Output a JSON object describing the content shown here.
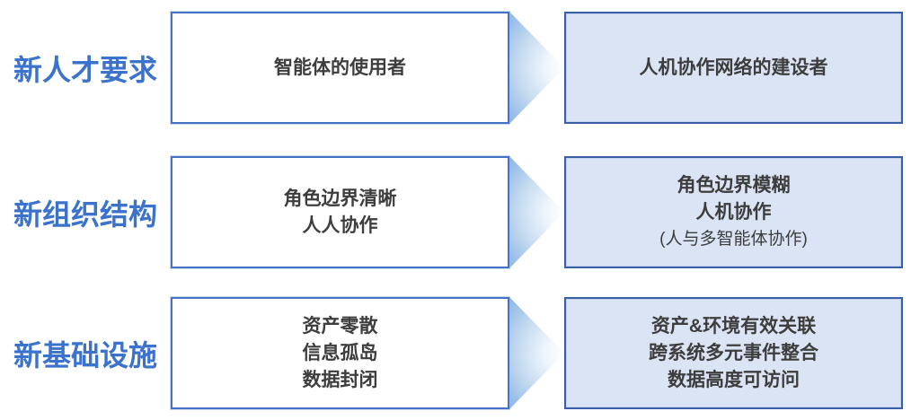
{
  "colors": {
    "label_blue": "#3a72cc",
    "before_box_border": "#4472c4",
    "before_box_fill": "#ffffff",
    "after_box_border": "#3a5fa6",
    "after_box_fill": "#dbe4f4",
    "arrow_gradient_blue": "#8fb6e2",
    "text_dark": "#3d3d3d"
  },
  "rows": [
    {
      "label": "新人才要求",
      "before": {
        "lines": [
          "智能体的使用者"
        ]
      },
      "after": {
        "lines": [
          "人机协作网络的建设者"
        ]
      }
    },
    {
      "label": "新组织结构",
      "before": {
        "lines": [
          "角色边界清晰",
          "人人协作"
        ]
      },
      "after": {
        "lines": [
          "角色边界模糊",
          "人机协作"
        ],
        "note": "(人与多智能体协作)"
      }
    },
    {
      "label": "新基础设施",
      "before": {
        "lines": [
          "资产零散",
          "信息孤岛",
          "数据封闭"
        ]
      },
      "after": {
        "lines": [
          "资产&环境有效关联",
          "跨系统多元事件整合",
          "数据高度可访问"
        ]
      }
    }
  ]
}
